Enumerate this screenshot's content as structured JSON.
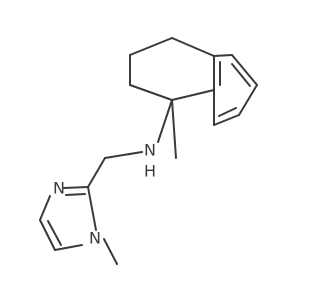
{
  "molecule": {
    "atom_labels": {
      "amine_n": "N",
      "amine_h": "H",
      "imidazole_n3": "N",
      "imidazole_n1": "N"
    },
    "colors": {
      "background": "#ffffff",
      "bond": "#3a3a3a",
      "nitrogen": "#1a1ae6"
    }
  }
}
